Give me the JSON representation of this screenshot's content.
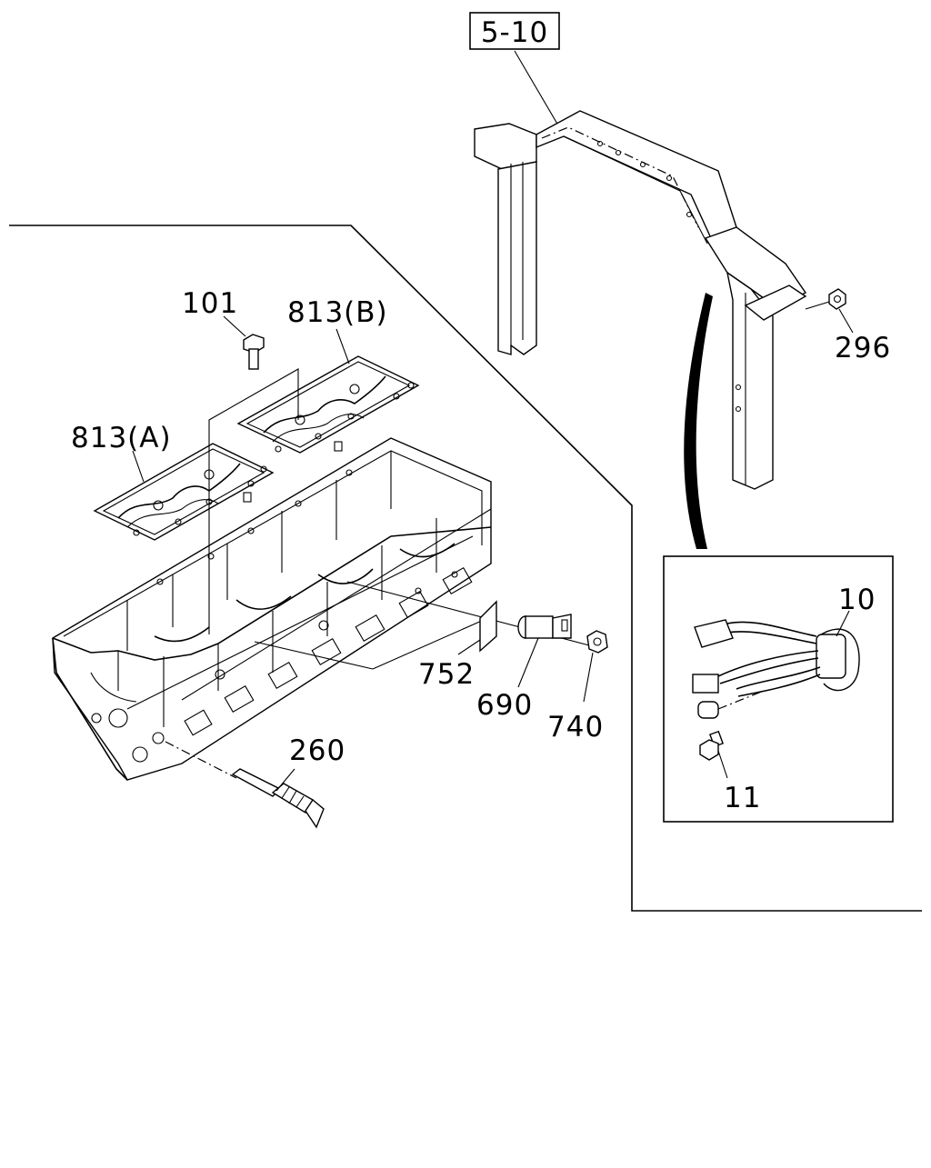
{
  "diagram": {
    "reference_box": "5-10",
    "callouts": {
      "p101": "101",
      "p813b": "813(B)",
      "p813a": "813(A)",
      "p296": "296",
      "p10": "10",
      "p11": "11",
      "p752": "752",
      "p690": "690",
      "p740": "740",
      "p260": "260"
    }
  }
}
